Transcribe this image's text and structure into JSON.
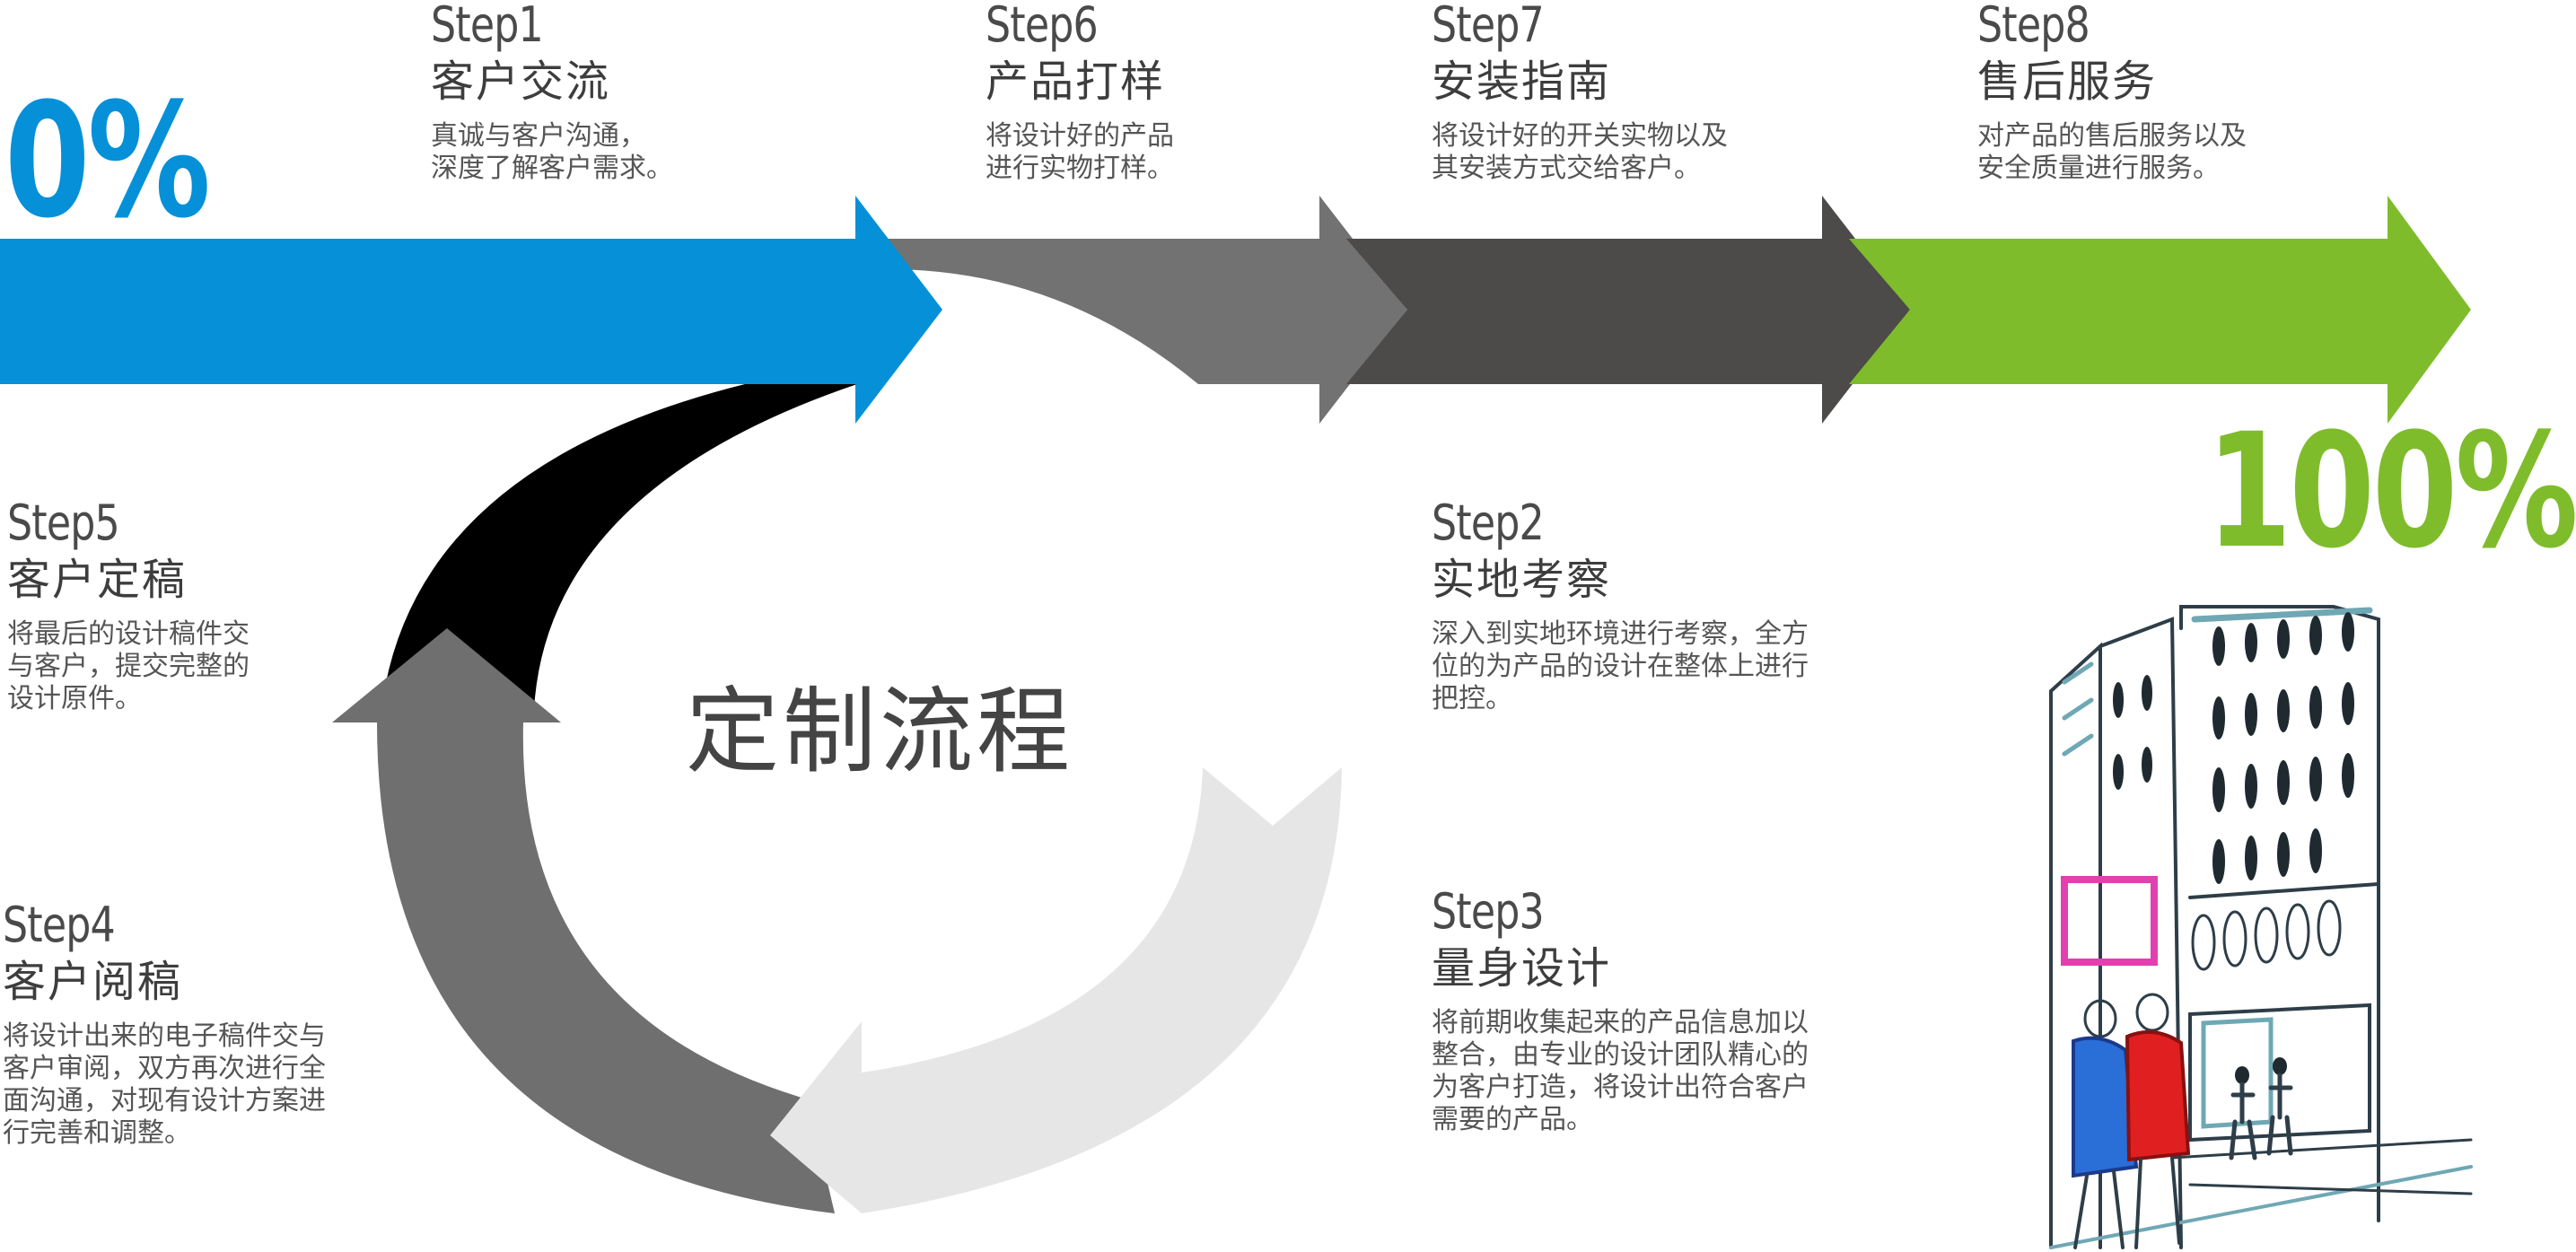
{
  "colors": {
    "blue": "#0590d8",
    "gray": "#737272",
    "dark": "#4d4a4a",
    "green": "#7fbc2c",
    "black": "#000000",
    "mid_gray": "#6f6f6f",
    "light_gray": "#e6e6e6"
  },
  "progress": {
    "start": "0%",
    "end": "100%"
  },
  "center_title": "定制流程",
  "steps": {
    "s1": {
      "num": "Step1",
      "title": "客户交流",
      "desc": "真诚与客户沟通，\n深度了解客户需求。"
    },
    "s2": {
      "num": "Step2",
      "title": "实地考察",
      "desc": "深入到实地环境进行考察，全方\n位的为产品的设计在整体上进行\n把控。"
    },
    "s3": {
      "num": "Step3",
      "title": "量身设计",
      "desc": "将前期收集起来的产品信息加以\n整合，由专业的设计团队精心的\n为客户打造，将设计出符合客户\n需要的产品。"
    },
    "s4": {
      "num": "Step4",
      "title": "客户阅稿",
      "desc": "将设计出来的电子稿件交与\n客户审阅，双方再次进行全\n面沟通，对现有设计方案进\n行完善和调整。"
    },
    "s5": {
      "num": "Step5",
      "title": "客户定稿",
      "desc": "将最后的设计稿件交\n与客户，提交完整的\n设计原件。"
    },
    "s6": {
      "num": "Step6",
      "title": "产品打样",
      "desc": "将设计好的产品\n进行实物打样。"
    },
    "s7": {
      "num": "Step7",
      "title": "安装指南",
      "desc": "将设计好的开关实物以及\n其安装方式交给客户。"
    },
    "s8": {
      "num": "Step8",
      "title": "售后服务",
      "desc": "对产品的售后服务以及\n安全质量进行服务。"
    }
  },
  "illustration": "street-sketch"
}
